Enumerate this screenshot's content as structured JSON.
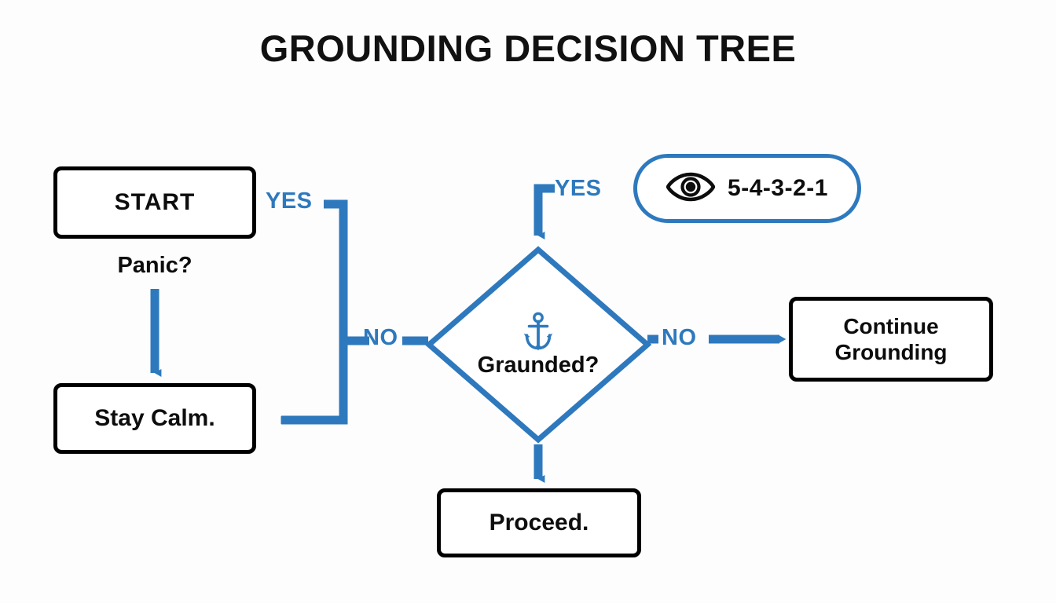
{
  "page": {
    "title": "GROUNDING DECISION TREE",
    "background_color": "#fdfdfd",
    "accent_color": "#2e79bd",
    "ink_color": "#0d0d0d"
  },
  "nodes": {
    "start": {
      "label": "START",
      "shape": "rounded-rect",
      "border_color": "#000000"
    },
    "stay_calm": {
      "label": "Stay Calm.",
      "shape": "rounded-rect",
      "border_color": "#000000"
    },
    "decision": {
      "label": "Graunded?",
      "shape": "diamond",
      "border_color": "#2e79bd",
      "icon": "anchor-icon"
    },
    "proceed": {
      "label": "Proceed.",
      "shape": "rounded-rect",
      "border_color": "#000000"
    },
    "continue_grounding": {
      "line1": "Continue",
      "line2": "Grounding",
      "shape": "rounded-rect",
      "border_color": "#000000"
    },
    "technique_pill": {
      "label": "5-4-3-2-1",
      "shape": "pill",
      "border_color": "#2e79bd",
      "icon": "eye-icon"
    }
  },
  "edges": {
    "panic_question": "Panic?",
    "yes_from_start": "YES",
    "no_to_decision": "NO",
    "yes_into_decision": "YES",
    "no_to_continue": "NO"
  }
}
